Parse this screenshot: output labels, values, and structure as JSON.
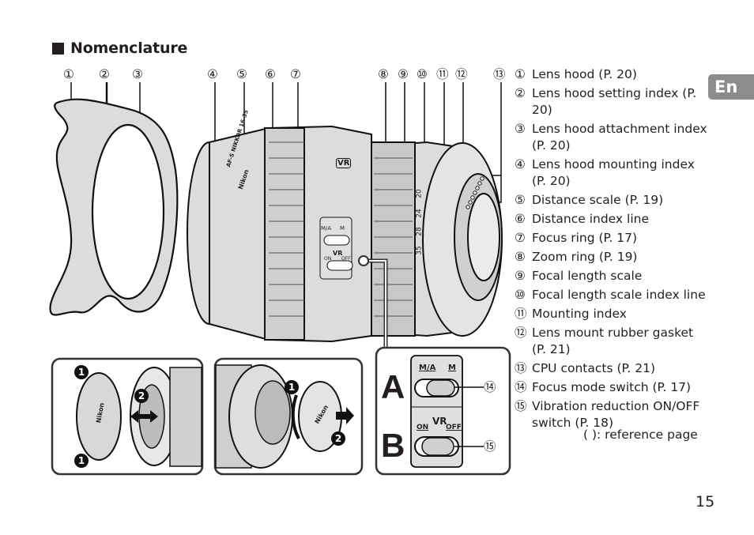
{
  "heading": "Nomenclature",
  "language_tab": "En",
  "page_number": "15",
  "callout_numbers": [
    "①",
    "②",
    "③",
    "④",
    "⑤",
    "⑥",
    "⑦",
    "⑧",
    "⑨",
    "⑩",
    "⑪",
    "⑫",
    "⑬",
    "⑭",
    "⑮"
  ],
  "parts": [
    {
      "num": "①",
      "label": "Lens hood (P. 20)"
    },
    {
      "num": "②",
      "label": "Lens hood setting index (P. 20)"
    },
    {
      "num": "③",
      "label": "Lens hood attachment index (P. 20)"
    },
    {
      "num": "④",
      "label": "Lens hood mounting index (P. 20)"
    },
    {
      "num": "⑤",
      "label": "Distance scale (P. 19)"
    },
    {
      "num": "⑥",
      "label": "Distance index line"
    },
    {
      "num": "⑦",
      "label": "Focus ring (P. 17)"
    },
    {
      "num": "⑧",
      "label": "Zoom ring (P. 19)"
    },
    {
      "num": "⑨",
      "label": "Focal length scale"
    },
    {
      "num": "⑩",
      "label": "Focal length scale index line"
    },
    {
      "num": "⑪",
      "label": "Mounting index"
    },
    {
      "num": "⑫",
      "label": "Lens mount rubber gasket (P. 21)"
    },
    {
      "num": "⑬",
      "label": "CPU contacts (P. 21)"
    },
    {
      "num": "⑭",
      "label": "Focus mode switch (P. 17)"
    },
    {
      "num": "⑮",
      "label": "Vibration reduction ON/OFF switch (P. 18)"
    }
  ],
  "reference_note": "(   ): reference page",
  "lens_markings": {
    "brand": "Nikon",
    "model": "AF-S NIKKOR 16-35",
    "vr_badge": "VR",
    "focal_scale": [
      "20",
      "24",
      "28",
      "35"
    ]
  },
  "switch_panel": {
    "panel_a_letter": "A",
    "panel_b_letter": "B",
    "focus_mode_labels": [
      "M/A",
      "M"
    ],
    "vr_title": "VR",
    "vr_labels": [
      "ON",
      "OFF"
    ]
  },
  "cap_steps": {
    "front_cap_steps": [
      "1",
      "2",
      "1"
    ],
    "rear_cap_steps": [
      "1",
      "2"
    ]
  }
}
